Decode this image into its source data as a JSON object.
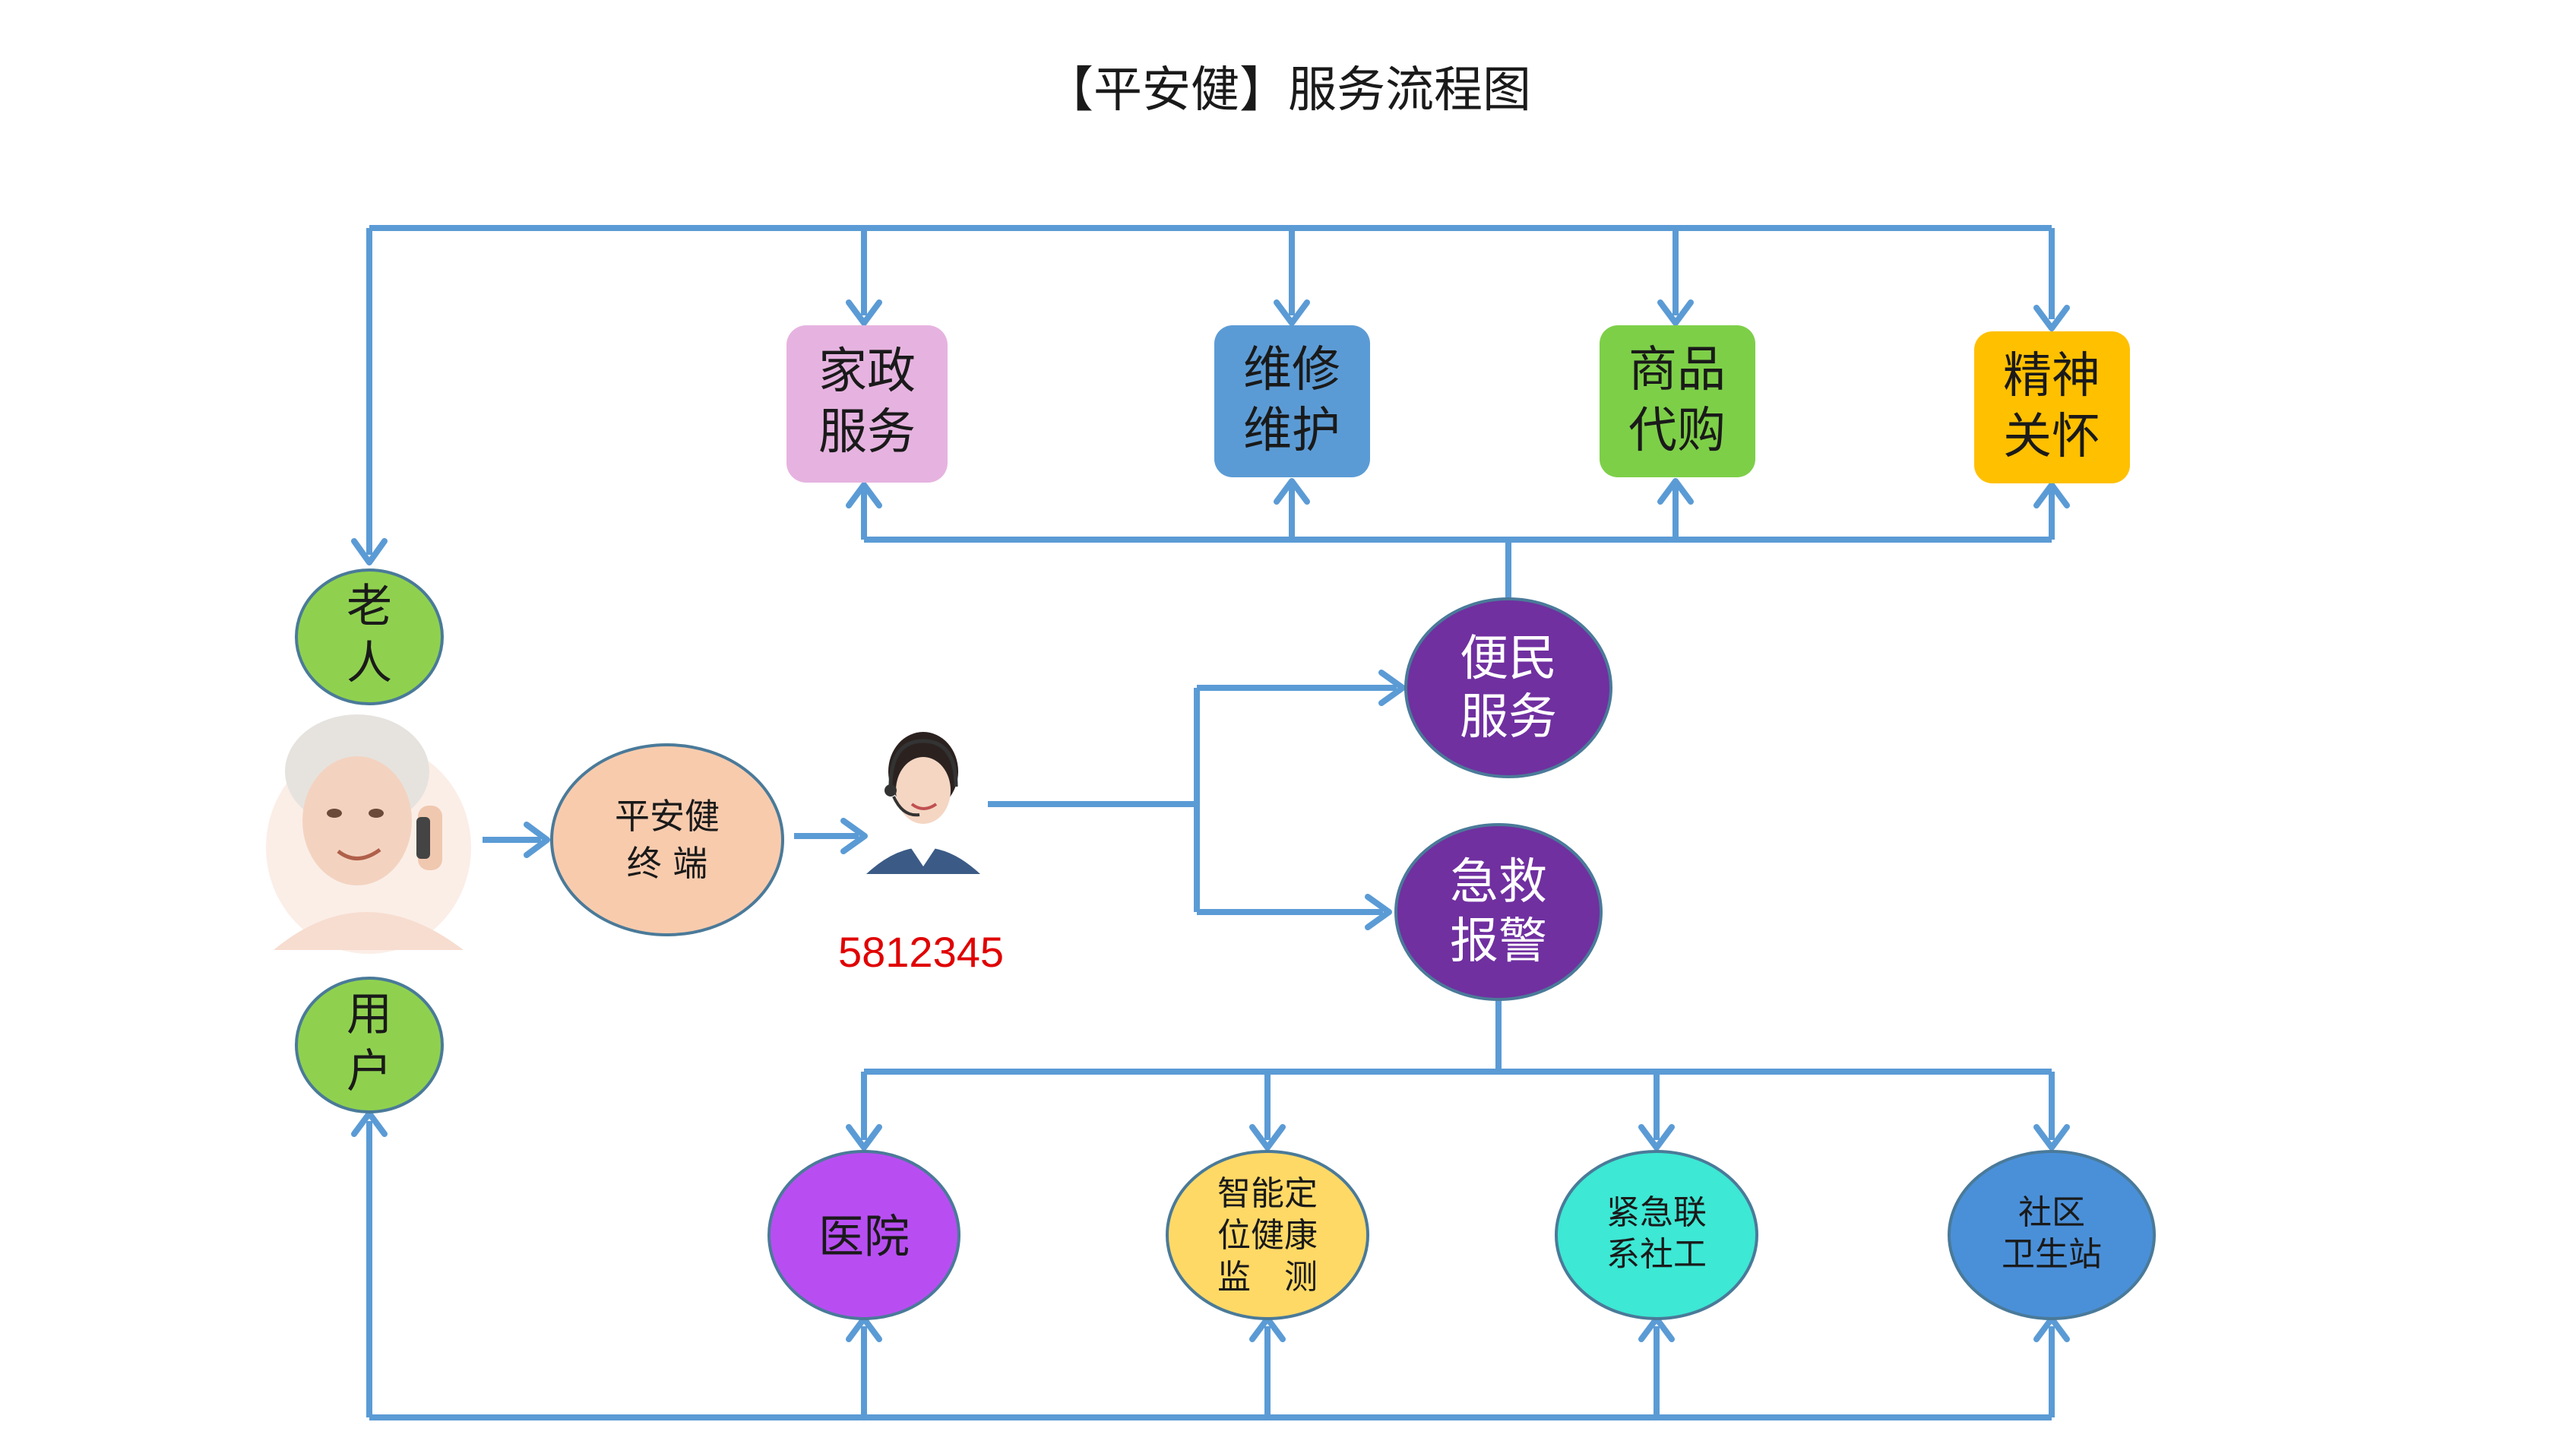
{
  "title": "【平安健】服务流程图",
  "colors": {
    "connector": "#5b9bd5",
    "phone_text": "#e00000",
    "green": "#8fd14f",
    "pink": "#e6b3e0",
    "blue": "#5b9bd5",
    "lime": "#7dcf48",
    "gold": "#ffc000",
    "peach": "#f8cbad",
    "purple": "#7030a0",
    "violet": "#b84ef2",
    "yellow": "#ffd966",
    "aqua": "#3de8d4",
    "steel": "#4a90d9"
  },
  "nodes": {
    "elder": {
      "line1": "老",
      "line2": "人"
    },
    "user": {
      "line1": "用",
      "line2": "户"
    },
    "terminal": {
      "line1": "平安健",
      "line2": "终 端"
    },
    "convenience": {
      "line1": "便民",
      "line2": "服务"
    },
    "emergency": {
      "line1": "急救",
      "line2": "报警"
    },
    "housekeeping": {
      "line1": "家政",
      "line2": "服务"
    },
    "repair": {
      "line1": "维修",
      "line2": "维护"
    },
    "shopping": {
      "line1": "商品",
      "line2": "代购"
    },
    "spiritual": {
      "line1": "精神",
      "line2": "关怀"
    },
    "hospital": {
      "line1": "医院"
    },
    "positioning": {
      "line1": "智能定",
      "line2": "位健康",
      "line3": "监　测"
    },
    "social": {
      "line1": "紧急联",
      "line2": "系社工"
    },
    "clinic": {
      "line1": "社区",
      "line2": "卫生站"
    }
  },
  "hotline": "5812345",
  "icons": {
    "elder_photo": "elderly-woman-on-phone-icon",
    "operator_photo": "call-center-operator-icon"
  }
}
